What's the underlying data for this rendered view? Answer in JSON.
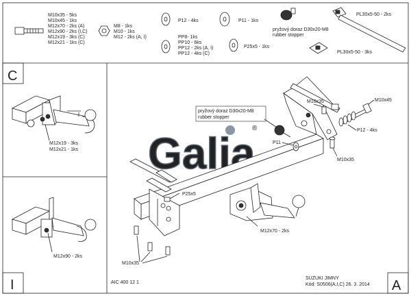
{
  "parts_list": {
    "bolts": [
      "M10x35 - 5ks",
      "M10x45 - 1ks",
      "M12x70 - 2ks (A)",
      "M12x90 - 2ks (I,C)",
      "M12x19 - 3ks (C)",
      "M12x21 - 1ks (C)"
    ],
    "nuts": [
      "M8 - 1ks",
      "M10 - 1ks",
      "M12 - 2ks (A, I)"
    ],
    "washer_p12": "P12 - 4ks",
    "washer_p11": "P11 - 1ks",
    "washers_pp": [
      "PP8- 1ks",
      "PP10 - 6ks",
      "PP12 - 2ks (A, I)",
      "PP12 - 4ks (C)"
    ],
    "washer_p25": "P25x5 - 1ks",
    "stopper": [
      "pryžový doraz D30x20-M8",
      "rubber stopper"
    ],
    "clip_top": "PL30x5-50 - 2ks",
    "clip_bottom": "PL30x5-50 - 3ks"
  },
  "panels": {
    "c_letter": "C",
    "c_labels": [
      "M12x19 - 3ks",
      "M12x21 - 1ks"
    ],
    "i_label": "M12x90 - 2ks",
    "i_letter": "I",
    "a_letter": "A"
  },
  "main": {
    "stopper": [
      "pryžový doraz D30x20-M8",
      "rubber stopper"
    ],
    "m10x35_top": "M10x35",
    "m10x45": "M10x45",
    "p12": "P12 - 4ks",
    "p11": "P11",
    "m10x35_right": "M10x35",
    "p25x5": "P25x5",
    "m12x70": "M12x70 - 2ks",
    "m10x35_bottom": "M10x35"
  },
  "logo": {
    "text": "Galia",
    "mark": "®",
    "color": "#8a96a6"
  },
  "footer": {
    "code": "AIC 400 12 1",
    "vehicle": "SUZUKI JIMNY",
    "kod": "Kód: S0506(A,I,C)  26. 3. 2014"
  }
}
